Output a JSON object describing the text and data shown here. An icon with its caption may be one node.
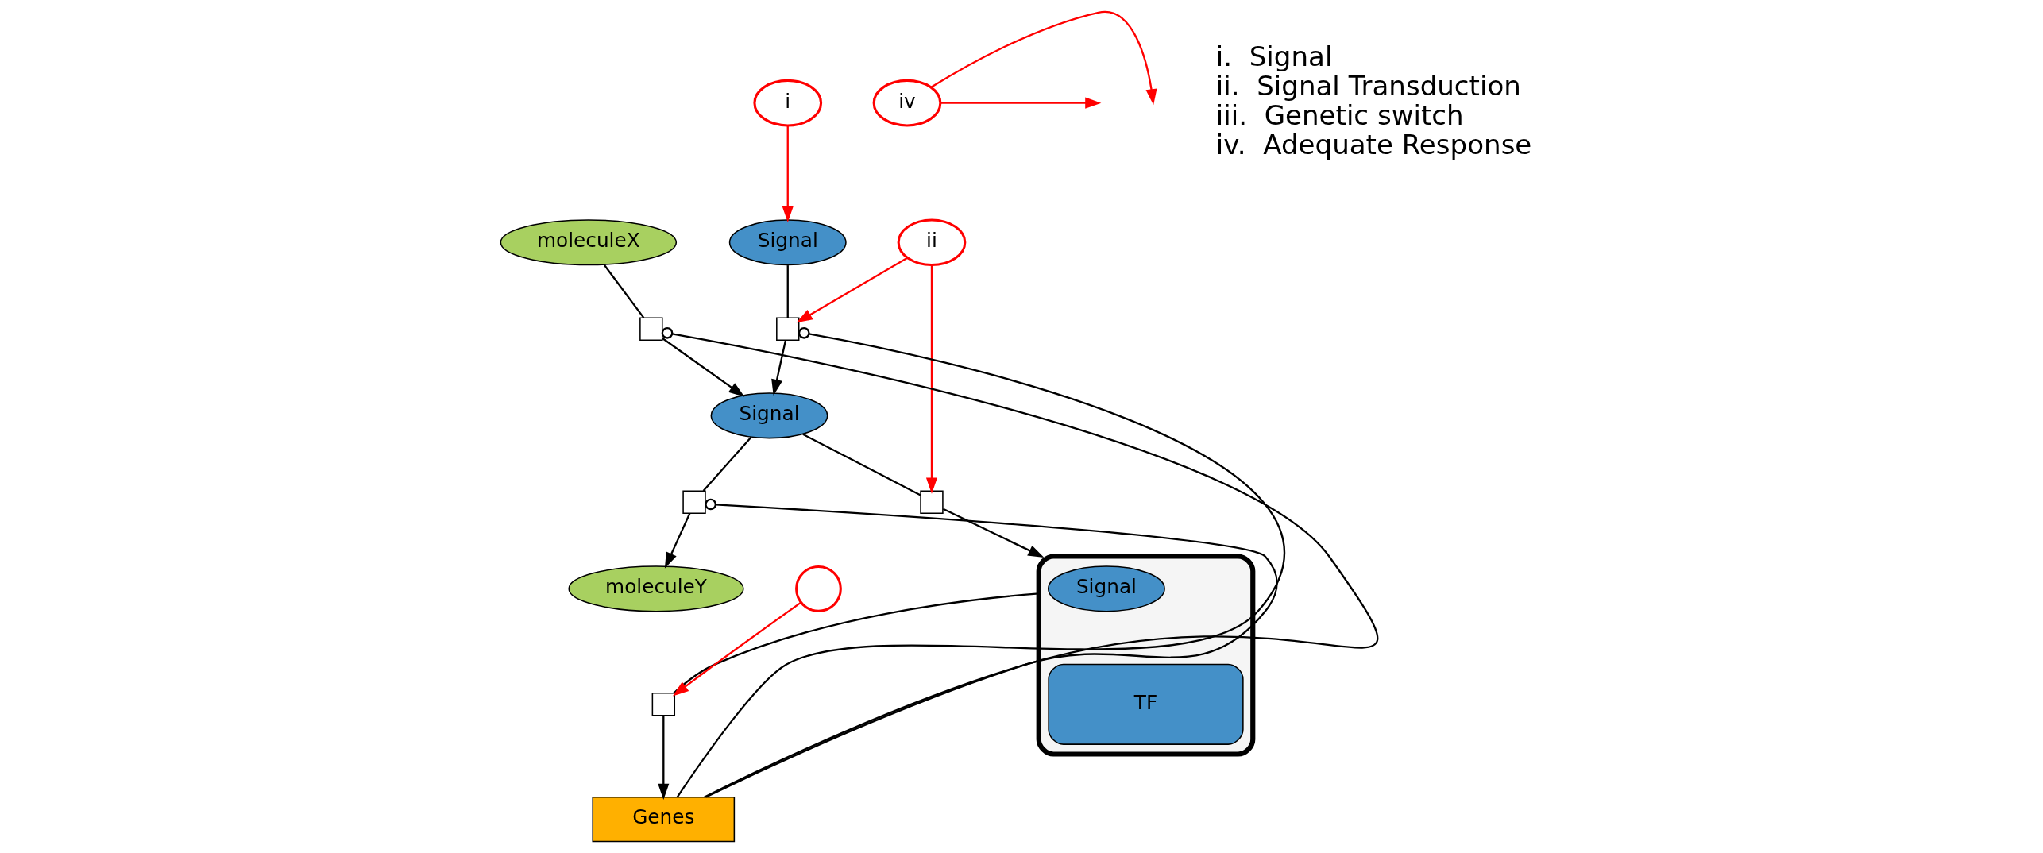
{
  "diagram": {
    "nodes": [
      {
        "text": [
          "Signal"
        ]
      },
      {
        "text": [
          "i"
        ]
      },
      {
        "text": [],
        "shape": "box"
      },
      {
        "text": [
          "Signal"
        ]
      },
      {
        "text": [
          "ii"
        ]
      },
      {
        "text": [
          "moleculeX"
        ]
      },
      {
        "text": [],
        "shape": "box"
      },
      {
        "text": [],
        "shape": "box"
      },
      {
        "text": [
          "moleculeY"
        ]
      },
      {
        "text": [],
        "shape": "box"
      },
      {
        "text": [],
        "shape": "box"
      },
      {
        "text": [
          "Signal"
        ],
        "in": 10
      },
      {
        "text": [
          "TF"
        ],
        "in": 10
      },
      {
        "text": [],
        "shape": "box"
      },
      {
        "text": [
          "Genes"
        ]
      },
      {
        "text": [
          "iv"
        ]
      },
      {
        "text": [],
        "shape": "circle"
      }
    ],
    "edges": [
      {
        "from": 1,
        "to": 0,
        "arrow": "to",
        "color": "#ff0000"
      },
      {
        "from": 0,
        "to": 2,
        "arrow": "none"
      },
      {
        "from": 2,
        "to": 3,
        "arrow": "to"
      },
      {
        "from": 4,
        "to": 2,
        "arrow": "to",
        "color": "#ff0000"
      },
      {
        "from": 4,
        "to": 9,
        "arrow": "to",
        "color": "#ff0000"
      },
      {
        "from": 5,
        "to": 6,
        "arrow": "none"
      },
      {
        "from": 6,
        "to": 3,
        "arrow": "to"
      },
      {
        "from": 3,
        "to": 7,
        "arrow": "none"
      },
      {
        "from": 7,
        "to": 8,
        "arrow": "to"
      },
      {
        "from": 3,
        "to": 9,
        "arrow": "none"
      },
      {
        "from": 9,
        "to": 10,
        "arrow": "to"
      },
      {
        "from": 10,
        "to": 13,
        "arrow": "none"
      },
      {
        "from": 13,
        "to": 14,
        "arrow": "to"
      },
      {
        "from": 14,
        "to": 2,
        "arrow": "other"
      },
      {
        "from": 14,
        "to": 6,
        "arrow": "other"
      },
      {
        "from": 14,
        "to": 7,
        "arrow": "other"
      },
      {
        "from": 15,
        "to": null,
        "arrow": "to",
        "color": "#ff0000"
      },
      {
        "from": 15,
        "to": null,
        "arrow": "to",
        "color": "#ff0000"
      },
      {
        "from": 16,
        "to": 13,
        "arrow": "to",
        "color": "#ff0000"
      }
    ],
    "labels": [
      "i.  Signal",
      "ii.  Signal Transduction",
      "iii.  Genetic switch",
      "iv.  Adequate Response"
    ]
  }
}
